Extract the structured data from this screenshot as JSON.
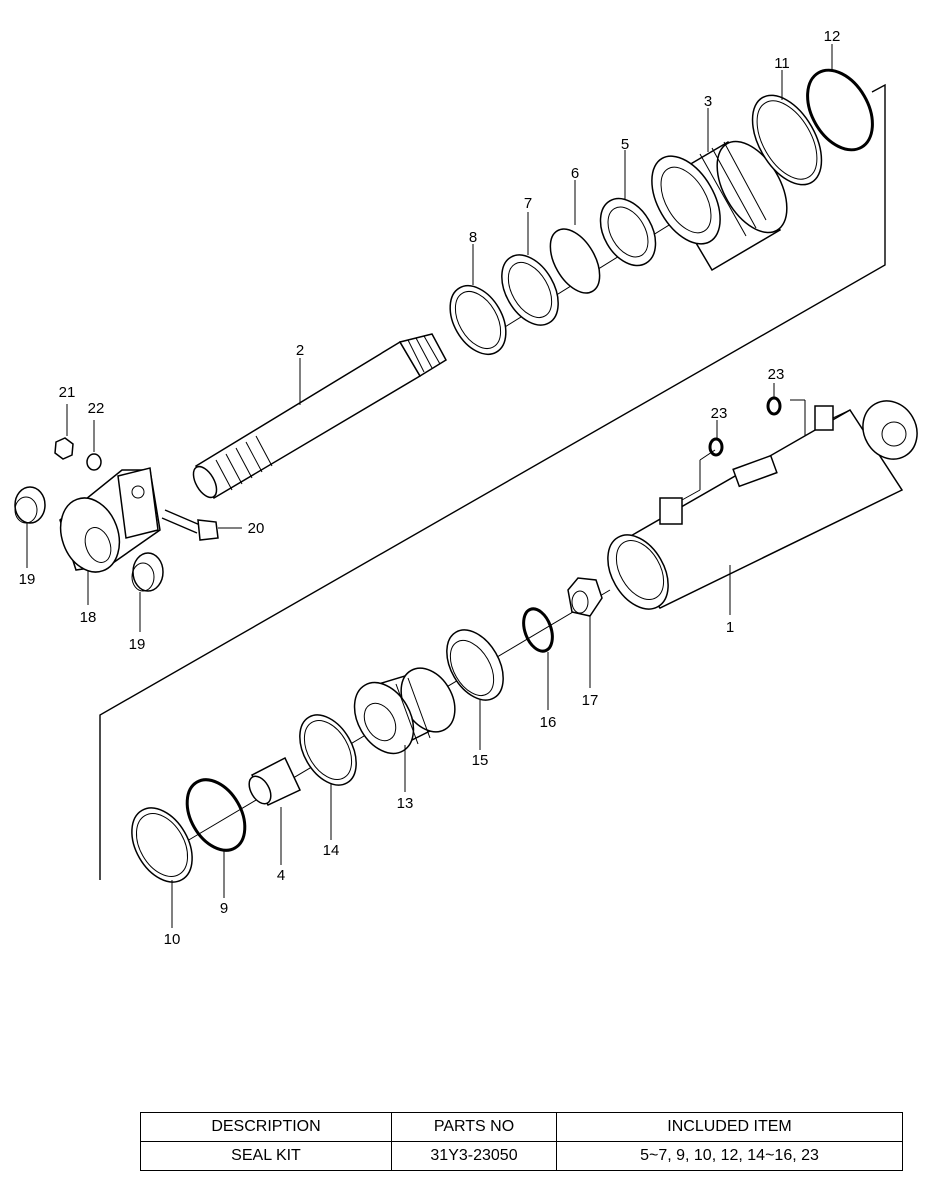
{
  "labels": [
    "1",
    "2",
    "3",
    "4",
    "5",
    "6",
    "7",
    "8",
    "9",
    "10",
    "11",
    "12",
    "13",
    "14",
    "15",
    "16",
    "17",
    "18",
    "19",
    "19",
    "20",
    "21",
    "22",
    "23",
    "23"
  ],
  "table": {
    "headers": [
      "DESCRIPTION",
      "PARTS NO",
      "INCLUDED ITEM"
    ],
    "rows": [
      [
        "SEAL KIT",
        "31Y3-23050",
        "5~7, 9, 10, 12, 14~16, 23"
      ]
    ]
  }
}
